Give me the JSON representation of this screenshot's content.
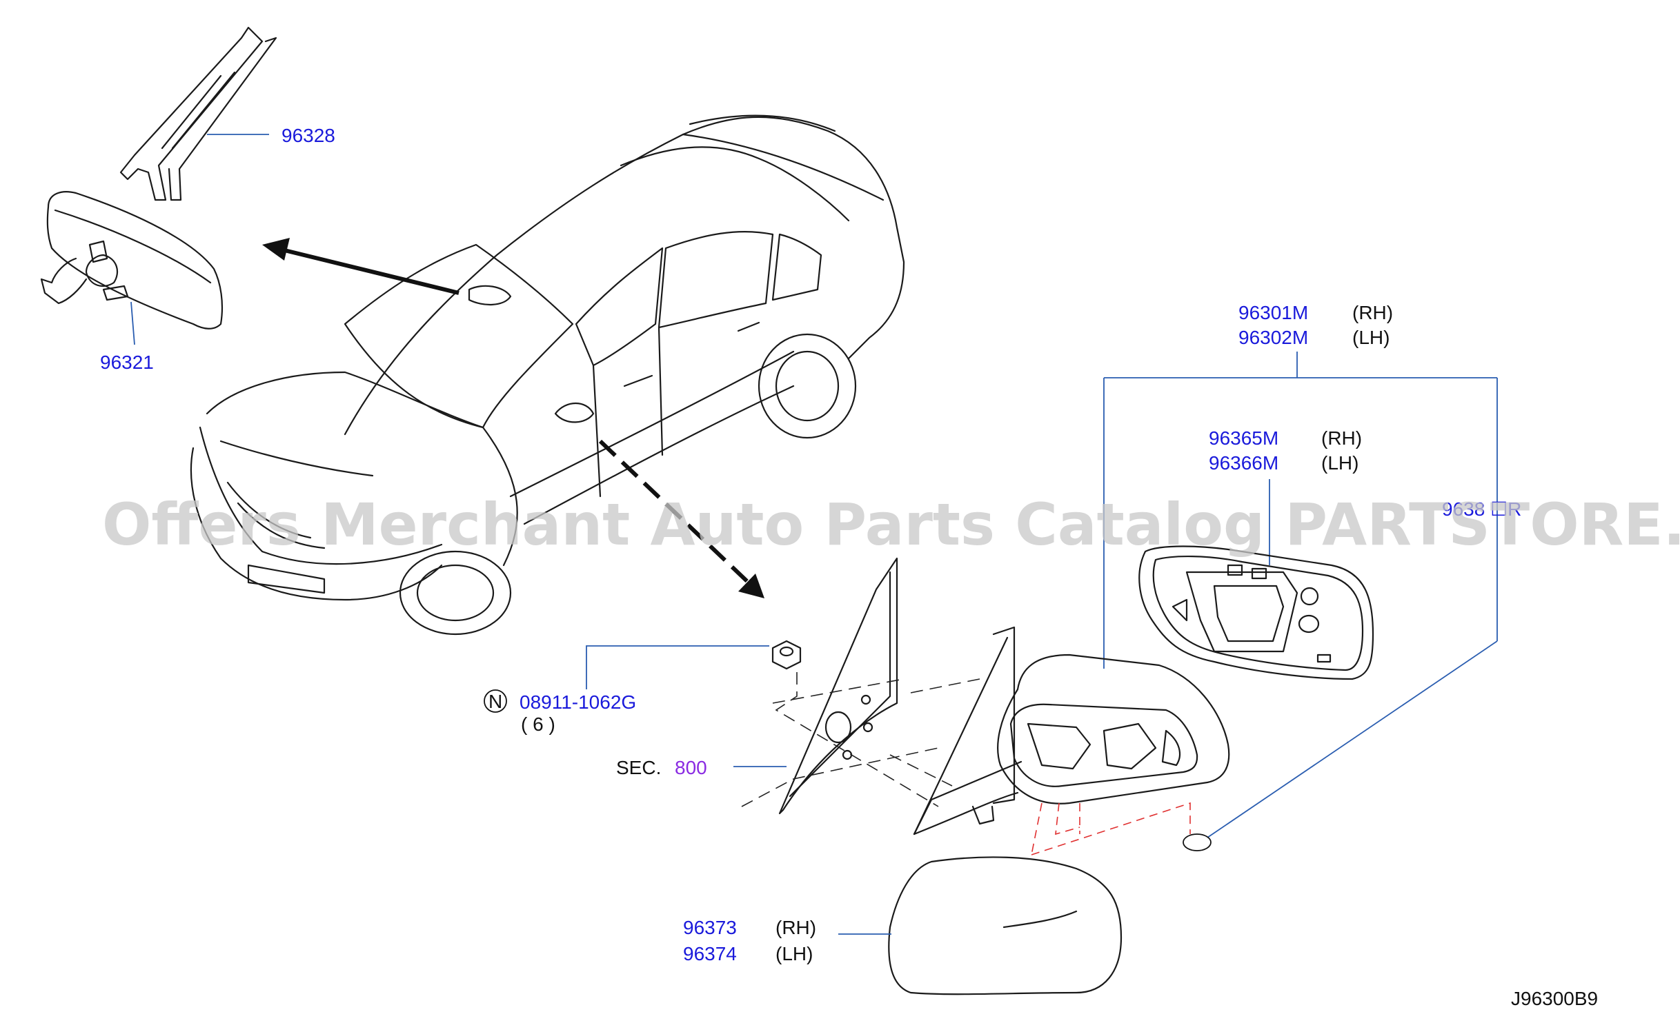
{
  "watermark": "Offers Merchant Auto Parts Catalog PARTSTORE.SA",
  "diagram_code": "J96300B9",
  "callouts": {
    "rearview_stay": "96328",
    "rearview_mirror": "96321",
    "outside_mirror_rh": "96301M",
    "outside_mirror_rh_side": "(RH)",
    "outside_mirror_lh": "96302M",
    "outside_mirror_lh_side": "(LH)",
    "glass_rh": "96365M",
    "glass_rh_side": "(RH)",
    "glass_lh": "96366M",
    "glass_lh_side": "(LH)",
    "grommet_partial": "9638 ☐R",
    "nut_symbol": "N",
    "nut_part": "08911-1062G",
    "nut_qty": "( 6 )",
    "section_prefix": "SEC.",
    "section_number": "800",
    "cover_rh": "96373",
    "cover_rh_side": "(RH)",
    "cover_lh": "96374",
    "cover_lh_side": "(LH)"
  },
  "colors": {
    "callout": "#1a1adb",
    "section_link": "#8a2be2",
    "leader": "#2a5db0",
    "hidden_line": "#e03030"
  }
}
